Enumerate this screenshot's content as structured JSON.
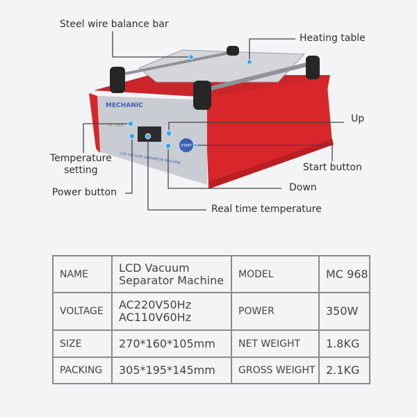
{
  "device": {
    "brand": "MECHANIC",
    "model_mark": "MC 968",
    "panel_text": "LCD VACUUM SEPARATOR MACHINE",
    "start_text": "START"
  },
  "callouts": {
    "steel_wire": "Steel wire balance bar",
    "heating_table": "Heating table",
    "up": "Up",
    "temp_setting_1": "Temperature",
    "temp_setting_2": "setting",
    "start_button": "Start button",
    "power_button": "Power button",
    "down": "Down",
    "real_time_temp": "Real time temperature"
  },
  "specs": {
    "rows": [
      {
        "k1": "NAME",
        "v1a": "LCD Vacuum",
        "v1b": "Separator Machine",
        "k2": "MODEL",
        "v2": "MC 968"
      },
      {
        "k1": "VOLTAGE",
        "v1a": "AC220V50Hz",
        "v1b": "AC110V60Hz",
        "k2": "POWER",
        "v2": "350W"
      },
      {
        "k1": "SIZE",
        "v1a": "270*160*105mm",
        "v1b": "",
        "k2": "NET WEIGHT",
        "v2": "1.8KG"
      },
      {
        "k1": "PACKING",
        "v1a": "305*195*145mm",
        "v1b": "",
        "k2": "GROSS WEIGHT",
        "v2": "2.1KG"
      }
    ]
  },
  "colors": {
    "red": "#d9262b",
    "panel": "#c9ccd2",
    "dot": "#3fa2e0"
  }
}
